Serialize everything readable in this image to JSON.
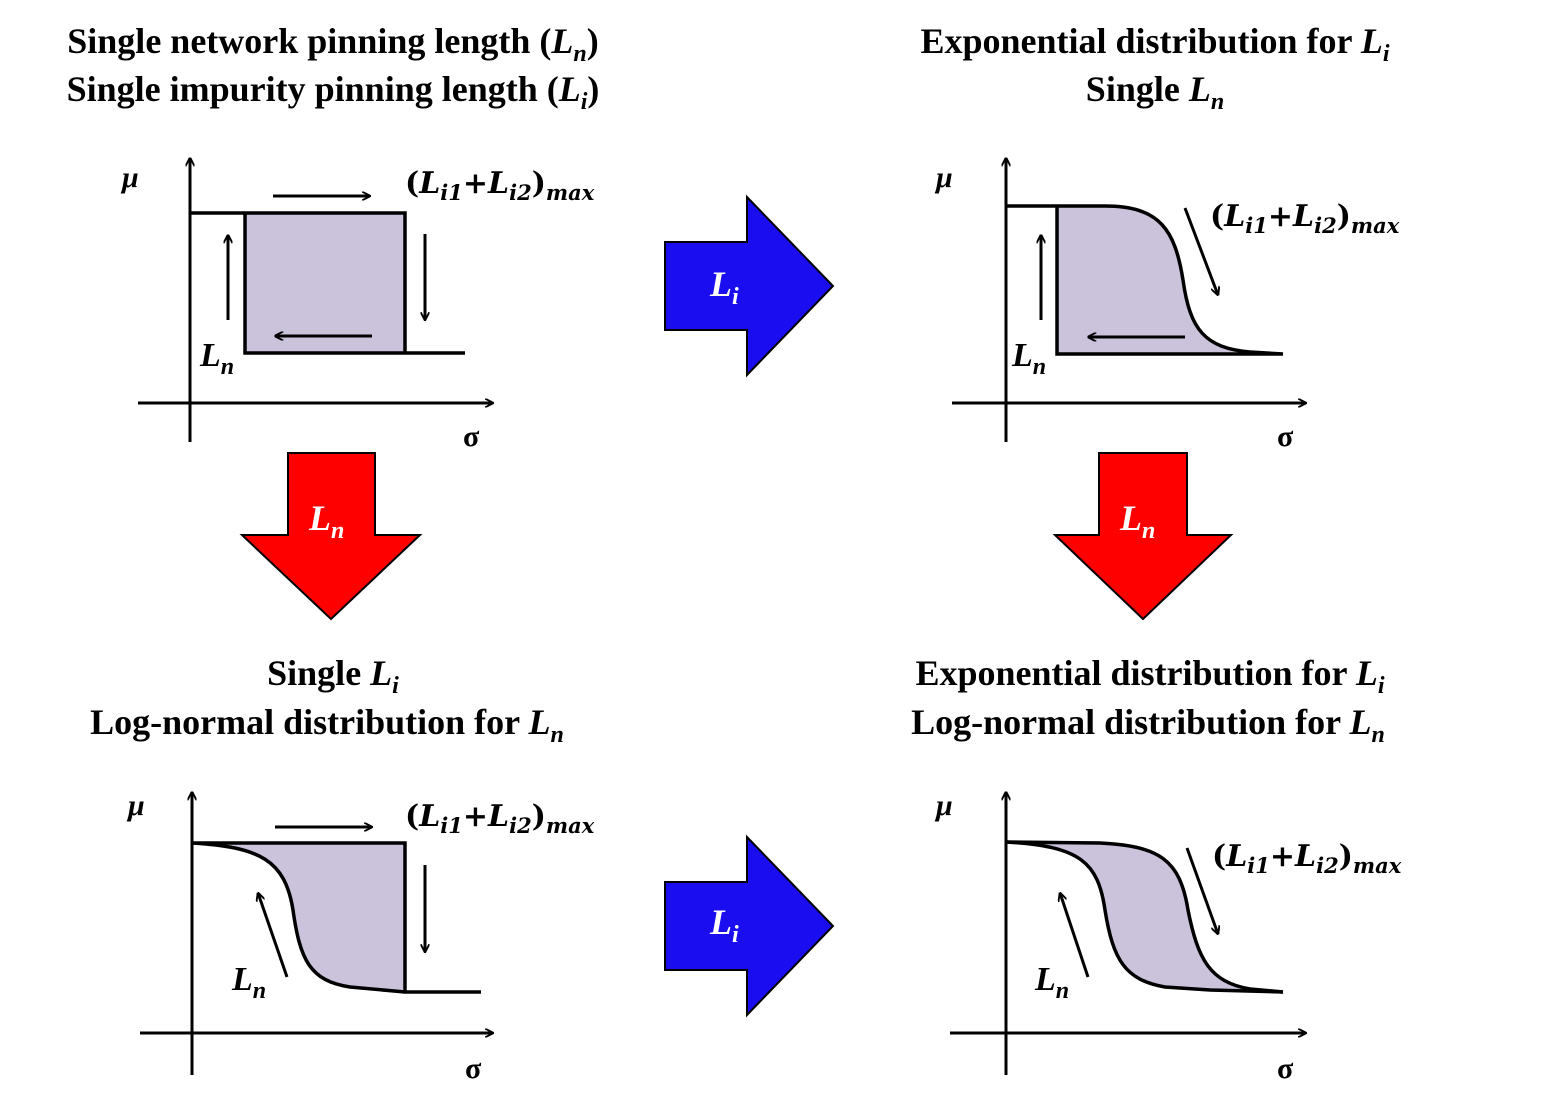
{
  "panels": {
    "top_left": {
      "title_line1_main": "Single network pinning length (",
      "title_line1_var": "L",
      "title_line1_sub": "n",
      "title_line1_close": ")",
      "title_line2_main": "Single impurity pinning length (",
      "title_line2_var": "L",
      "title_line2_sub": "i",
      "title_line2_close": ")"
    },
    "top_right": {
      "title_line1_main": "Exponential distribution for ",
      "title_line1_var": "L",
      "title_line1_sub": "i",
      "title_line2_main": "Single ",
      "title_line2_var": "L",
      "title_line2_sub": "n"
    },
    "bottom_left": {
      "title_line1_main": "Single ",
      "title_line1_var": "L",
      "title_line1_sub": "i",
      "title_line2_main": "Log-normal distribution for ",
      "title_line2_var": "L",
      "title_line2_sub": "n"
    },
    "bottom_right": {
      "title_line1_main": "Exponential distribution for ",
      "title_line1_var": "L",
      "title_line1_sub": "i",
      "title_line2_main": "Log-normal distribution for ",
      "title_line2_var": "L",
      "title_line2_sub": "n"
    }
  },
  "axes": {
    "y_label": "μ",
    "x_label": "σ"
  },
  "max_label": {
    "open": "(",
    "l1": "L",
    "l1_sub": "i1",
    "plus": "+",
    "l2": "L",
    "l2_sub": "i2",
    "close": ")",
    "sub": "max"
  },
  "ln_label": {
    "var": "L",
    "sub": "n"
  },
  "transitions": {
    "blue": {
      "var": "L",
      "sub": "i",
      "color": "#1a0df0"
    },
    "red": {
      "var": "L",
      "sub": "n",
      "color": "#ff0000"
    }
  },
  "colors": {
    "loop_fill": "#cbc2dc"
  }
}
